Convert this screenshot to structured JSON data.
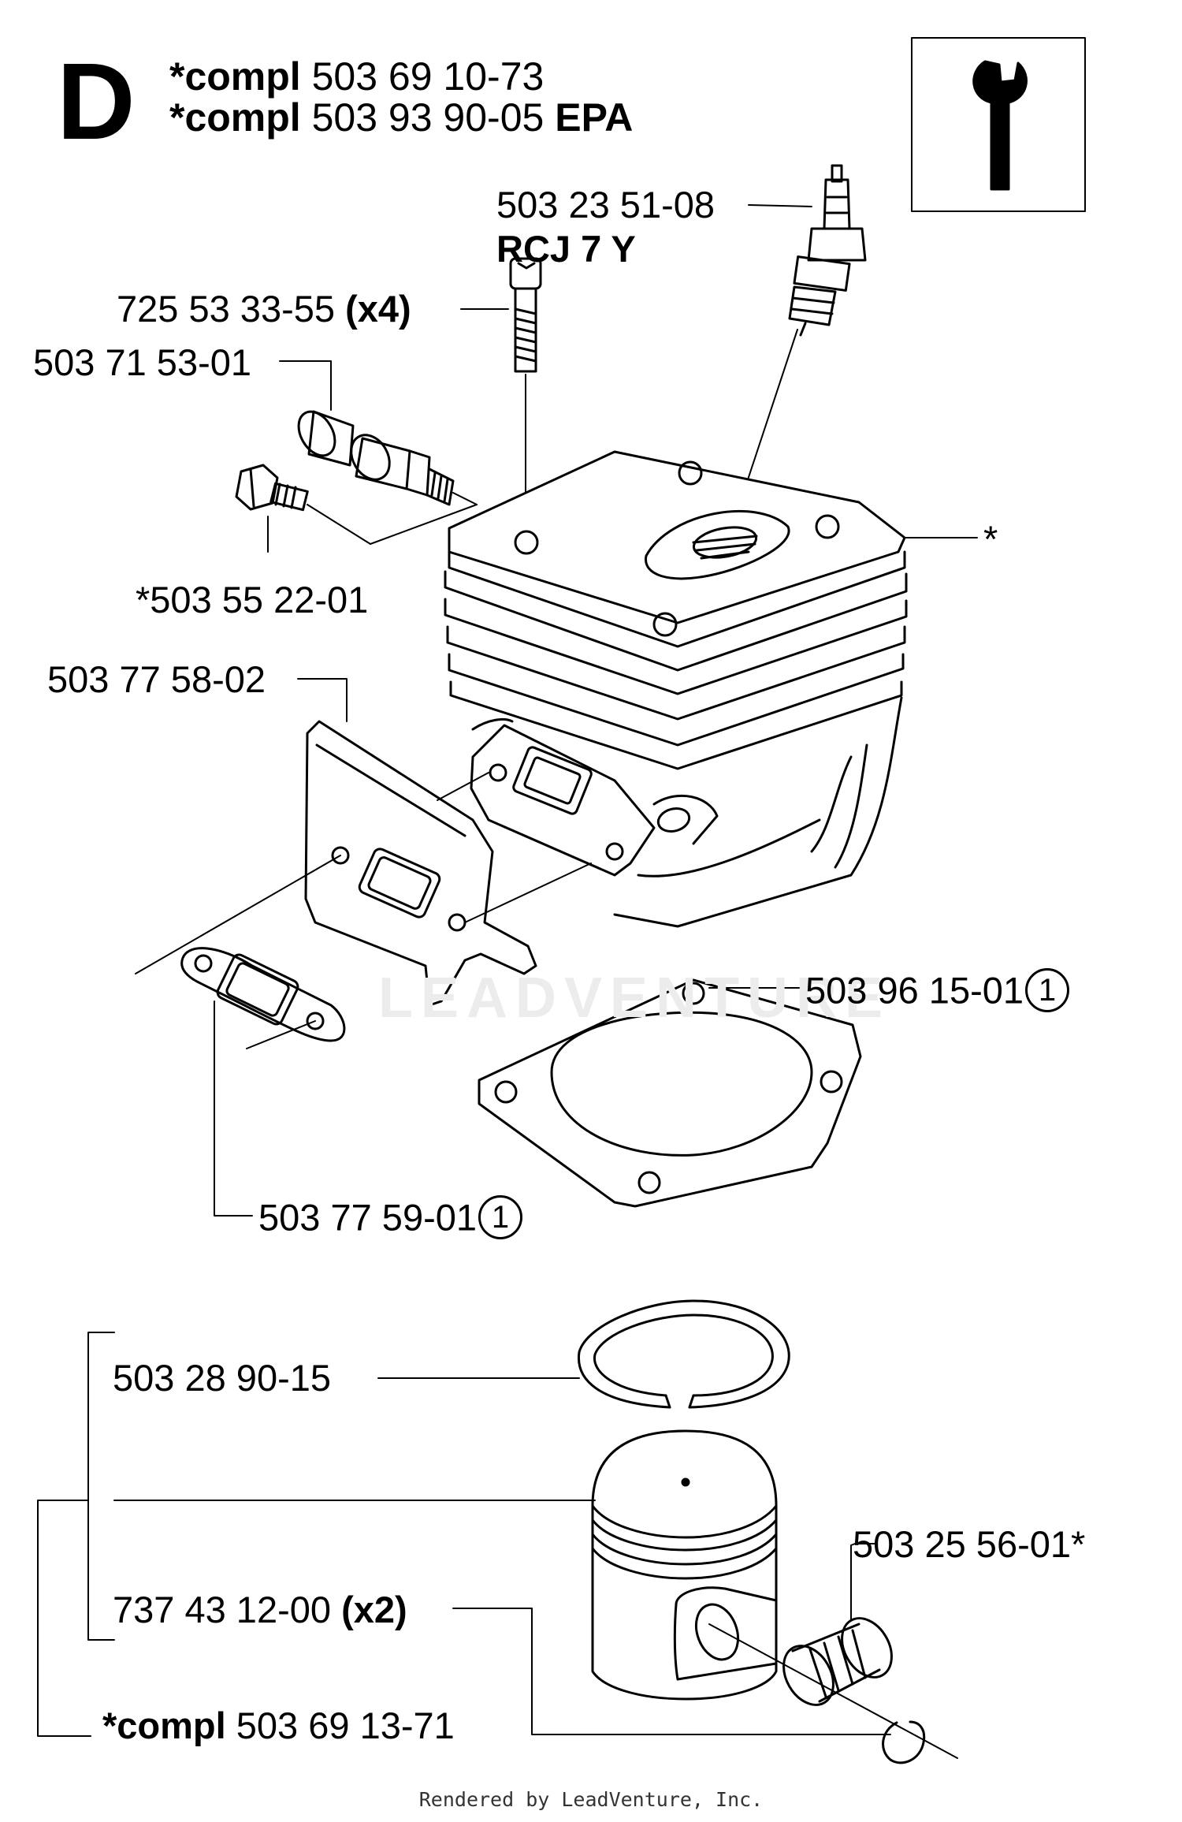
{
  "section": "D",
  "header": {
    "line1_prefix": "*compl",
    "line1_number": "503 69 10-73",
    "line2_prefix": "*compl",
    "line2_number": "503 93 90-05",
    "line2_suffix": "EPA"
  },
  "tool_icon": "wrench-icon",
  "labels": {
    "spark_plug_number": "503 23 51-08",
    "spark_plug_type": "RCJ 7 Y",
    "screw_number": "725 53 33-55",
    "screw_qty": "(x4)",
    "valve_number": "503 71 53-01",
    "plug_number": "*503 55 22-01",
    "cylinder_marker": "*",
    "plate_number": "503 77 58-02",
    "base_gasket_number": "503 96 15-01",
    "base_gasket_note": "1",
    "muffler_gasket_number": "503 77 59-01",
    "muffler_gasket_note": "1",
    "ring_number": "503 28 90-15",
    "bearing_number": "503 25 56-01*",
    "circlip_number": "737 43 12-00",
    "circlip_qty": "(x2)",
    "piston_compl_prefix": "*compl",
    "piston_compl_number": "503 69 13-71"
  },
  "watermark": "LEADVENTURE",
  "footer": "Rendered by LeadVenture, Inc."
}
